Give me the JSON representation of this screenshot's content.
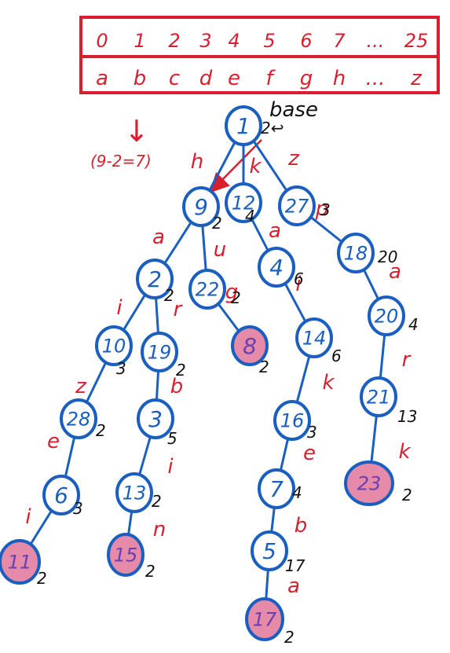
{
  "colors": {
    "node_stroke": "#1a5fc0",
    "node_fill": "#ffffff",
    "leaf_fill": "#e58aa8",
    "edge": "#1a5fc0",
    "red_ink": "#d91f2e",
    "black_ink": "#111111",
    "box_stroke": "#d91f2e"
  },
  "table": {
    "indices": [
      "0",
      "1",
      "2",
      "3",
      "4",
      "5",
      "6",
      "7",
      "...",
      "25"
    ],
    "letters": [
      "a",
      "b",
      "c",
      "d",
      "e",
      "f",
      "g",
      "h",
      "...",
      "z"
    ]
  },
  "annotations": {
    "down_arrow": "↓",
    "formula": "(9-2=7)",
    "base_label": "base"
  },
  "nodes": [
    {
      "id": "1",
      "check": "2↩",
      "leaf": false
    },
    {
      "id": "9",
      "check": "2",
      "leaf": false
    },
    {
      "id": "12",
      "check": "4",
      "leaf": false
    },
    {
      "id": "27",
      "check": "3",
      "leaf": false
    },
    {
      "id": "18",
      "check": "20",
      "leaf": false
    },
    {
      "id": "2",
      "check": "2",
      "leaf": false
    },
    {
      "id": "22",
      "check": "2",
      "leaf": false
    },
    {
      "id": "4",
      "check": "6",
      "leaf": false
    },
    {
      "id": "20",
      "check": "4",
      "leaf": false
    },
    {
      "id": "10",
      "check": "3",
      "leaf": false
    },
    {
      "id": "19",
      "check": "2",
      "leaf": false
    },
    {
      "id": "8",
      "check": "2",
      "leaf": true
    },
    {
      "id": "14",
      "check": "6",
      "leaf": false
    },
    {
      "id": "21",
      "check": "13",
      "leaf": false
    },
    {
      "id": "28",
      "check": "2",
      "leaf": false
    },
    {
      "id": "3",
      "check": "5",
      "leaf": false
    },
    {
      "id": "16",
      "check": "3",
      "leaf": false
    },
    {
      "id": "6",
      "check": "3",
      "leaf": false
    },
    {
      "id": "13",
      "check": "2",
      "leaf": false
    },
    {
      "id": "7",
      "check": "4",
      "leaf": false
    },
    {
      "id": "23",
      "check": "2",
      "leaf": true
    },
    {
      "id": "5",
      "check": "17",
      "leaf": false
    },
    {
      "id": "11",
      "check": "2",
      "leaf": true
    },
    {
      "id": "15",
      "check": "2",
      "leaf": true
    },
    {
      "id": "17",
      "check": "2",
      "leaf": true
    }
  ],
  "edges": [
    {
      "from": "1",
      "to": "9",
      "char": "h"
    },
    {
      "from": "1",
      "to": "12",
      "char": "k"
    },
    {
      "from": "1",
      "to": "27",
      "char": "z"
    },
    {
      "from": "27",
      "to": "18",
      "char": "p"
    },
    {
      "from": "9",
      "to": "2",
      "char": "a"
    },
    {
      "from": "9",
      "to": "22",
      "char": "u"
    },
    {
      "from": "12",
      "to": "4",
      "char": "a"
    },
    {
      "from": "18",
      "to": "20",
      "char": "a"
    },
    {
      "from": "2",
      "to": "10",
      "char": "i"
    },
    {
      "from": "2",
      "to": "19",
      "char": "r"
    },
    {
      "from": "22",
      "to": "8",
      "char": "g"
    },
    {
      "from": "4",
      "to": "14",
      "char": "i"
    },
    {
      "from": "20",
      "to": "21",
      "char": "r"
    },
    {
      "from": "10",
      "to": "28",
      "char": "z"
    },
    {
      "from": "19",
      "to": "3",
      "char": "b"
    },
    {
      "from": "14",
      "to": "16",
      "char": "k"
    },
    {
      "from": "21",
      "to": "23",
      "char": "k"
    },
    {
      "from": "28",
      "to": "6",
      "char": "e"
    },
    {
      "from": "3",
      "to": "13",
      "char": "i"
    },
    {
      "from": "16",
      "to": "7",
      "char": "e"
    },
    {
      "from": "6",
      "to": "11",
      "char": "i"
    },
    {
      "from": "13",
      "to": "15",
      "char": "n"
    },
    {
      "from": "7",
      "to": "5",
      "char": "b"
    },
    {
      "from": "5",
      "to": "17",
      "char": "a"
    }
  ]
}
